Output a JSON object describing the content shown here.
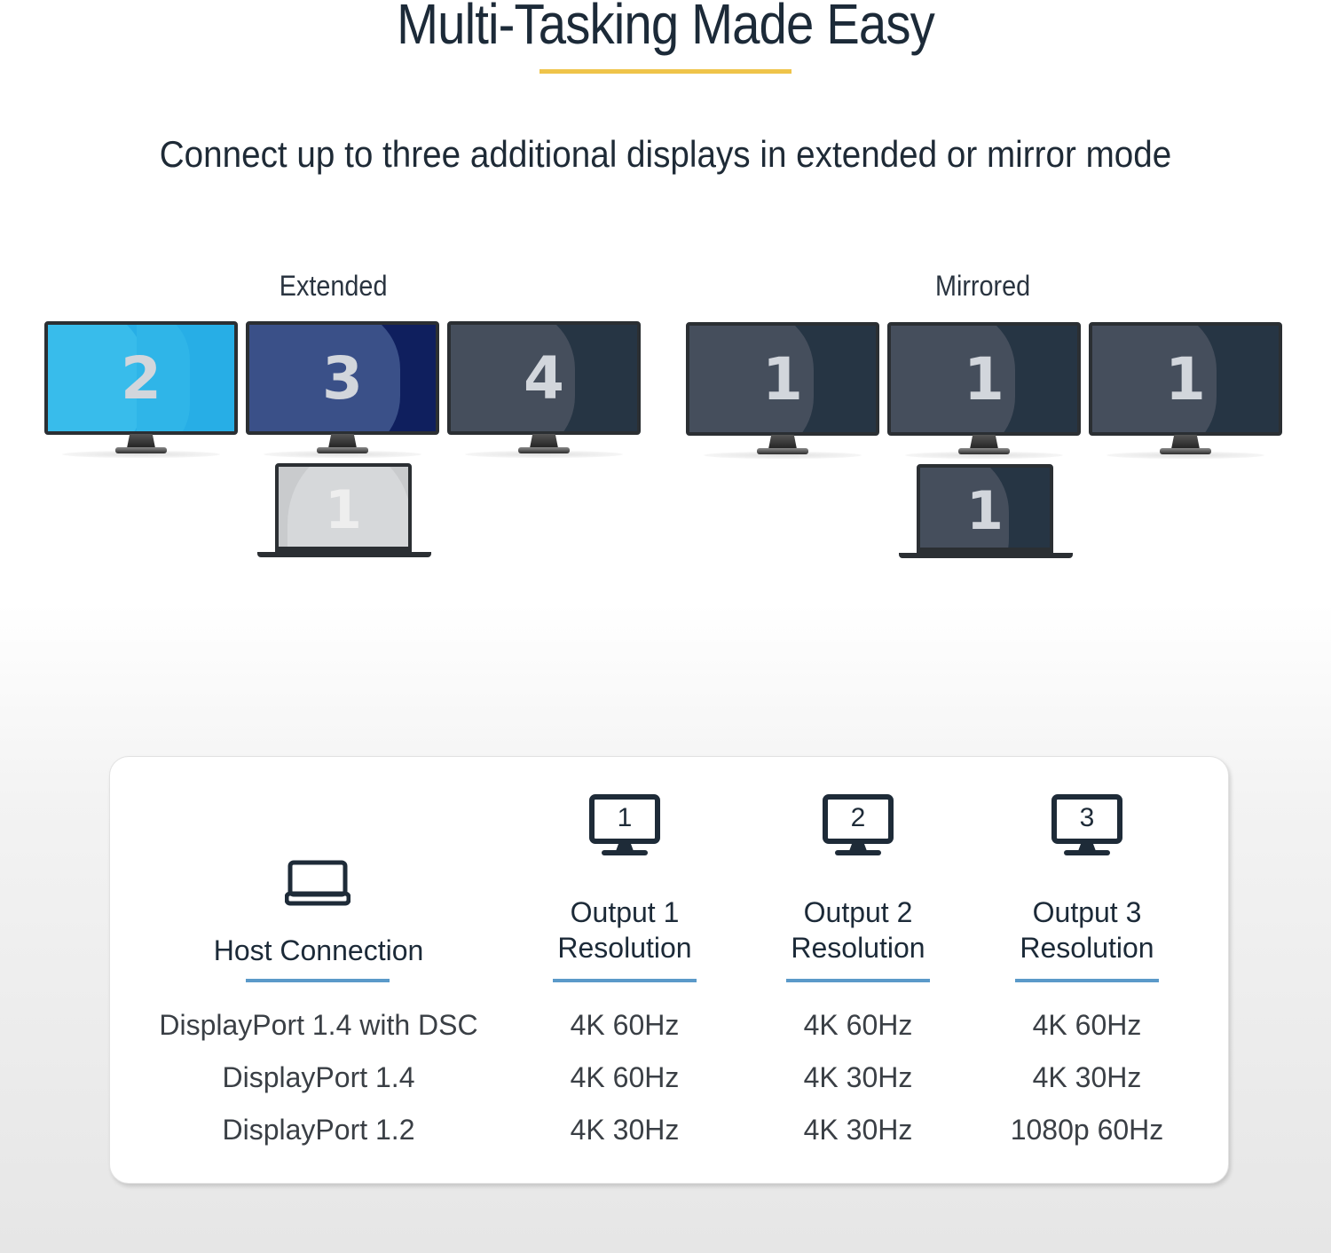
{
  "header": {
    "title": "Multi-Tasking Made Easy",
    "subtitle": "Connect up to three additional displays in extended or mirror mode",
    "accent_color": "#efc44a"
  },
  "modes": {
    "extended": {
      "label": "Extended",
      "monitors": [
        {
          "number": "2",
          "color": "#2fb5e8"
        },
        {
          "number": "3",
          "color": "#1a2a6c"
        },
        {
          "number": "4",
          "color": "#3d4654"
        }
      ],
      "laptop": {
        "number": "1",
        "color": "#cfd1d3"
      }
    },
    "mirrored": {
      "label": "Mirrored",
      "monitors": [
        {
          "number": "1",
          "color": "#2a3a4c"
        },
        {
          "number": "1",
          "color": "#2a3a4c"
        },
        {
          "number": "1",
          "color": "#2a3a4c"
        }
      ],
      "laptop": {
        "number": "1",
        "color": "#2a3a4c"
      }
    }
  },
  "table": {
    "rule_color": "#5b9ac9",
    "columns": [
      {
        "icon": "laptop-icon",
        "header_line1": "Host Connection",
        "header_line2": "",
        "values": [
          "DisplayPort 1.4 with DSC",
          "DisplayPort 1.4",
          "DisplayPort 1.2"
        ]
      },
      {
        "icon": "monitor-icon",
        "icon_number": "1",
        "header_line1": "Output 1",
        "header_line2": "Resolution",
        "values": [
          "4K 60Hz",
          "4K 60Hz",
          "4K 30Hz"
        ]
      },
      {
        "icon": "monitor-icon",
        "icon_number": "2",
        "header_line1": "Output 2",
        "header_line2": "Resolution",
        "values": [
          "4K 60Hz",
          "4K 30Hz",
          "4K 30Hz"
        ]
      },
      {
        "icon": "monitor-icon",
        "icon_number": "3",
        "header_line1": "Output 3",
        "header_line2": "Resolution",
        "values": [
          "4K 60Hz",
          "4K 30Hz",
          "1080p 60Hz"
        ]
      }
    ]
  }
}
